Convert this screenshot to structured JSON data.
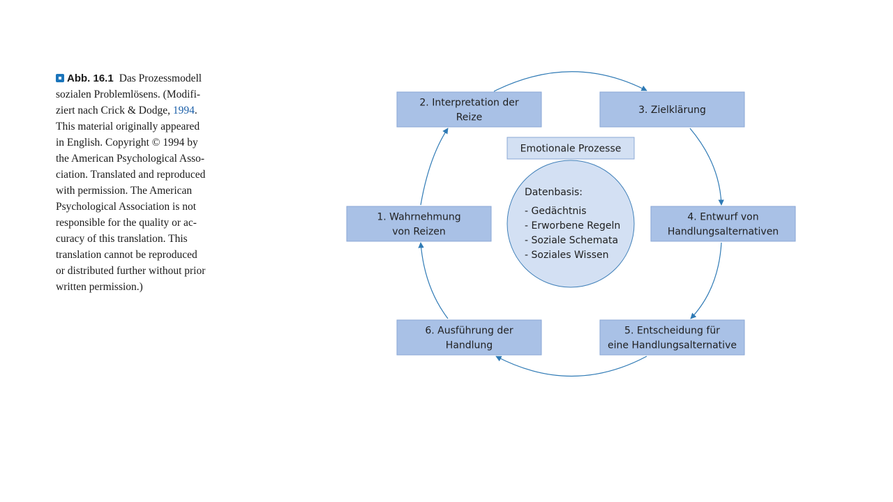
{
  "caption": {
    "figure_label": "Abb. 16.1",
    "lines": [
      "Das Prozessmodell",
      "sozialen Problemlösens. (Modifi-",
      "ziert nach Crick & Dodge, ",
      "This material originally appeared",
      "in English. Copyright © 1994 by",
      "the American Psychological Asso-",
      "ciation. Translated and reproduced",
      "with permission. The American",
      "Psychological Association is not",
      "responsible for the quality or ac-",
      "curacy of this translation. This",
      "translation cannot be reproduced",
      "or distributed further without prior",
      "written permission.)"
    ],
    "year_link": "1994",
    "year_suffix": "."
  },
  "diagram": {
    "colors": {
      "box_fill": "#a9c1e6",
      "box_stroke": "#8aa7d6",
      "center_fill": "#d3e0f3",
      "center_stroke": "#3f7fb8",
      "arrow": "#2f7ab5"
    },
    "steps": [
      {
        "id": "step-1",
        "lines": [
          "1. Wahrnehmung",
          "von Reizen"
        ]
      },
      {
        "id": "step-2",
        "lines": [
          "2. Interpretation der",
          "Reize"
        ]
      },
      {
        "id": "step-3",
        "lines": [
          "3. Zielklärung"
        ]
      },
      {
        "id": "step-4",
        "lines": [
          "4. Entwurf von",
          "Handlungsalternativen"
        ]
      },
      {
        "id": "step-5",
        "lines": [
          "5. Entscheidung für",
          "eine Handlungsalternative"
        ]
      },
      {
        "id": "step-6",
        "lines": [
          "6. Ausführung der",
          "Handlung"
        ]
      }
    ],
    "emotion_label": "Emotionale Prozesse",
    "database": {
      "title": "Datenbasis:",
      "items": [
        "- Gedächtnis",
        "- Erworbene Regeln",
        "- Soziale Schemata",
        "- Soziales Wissen"
      ]
    }
  }
}
